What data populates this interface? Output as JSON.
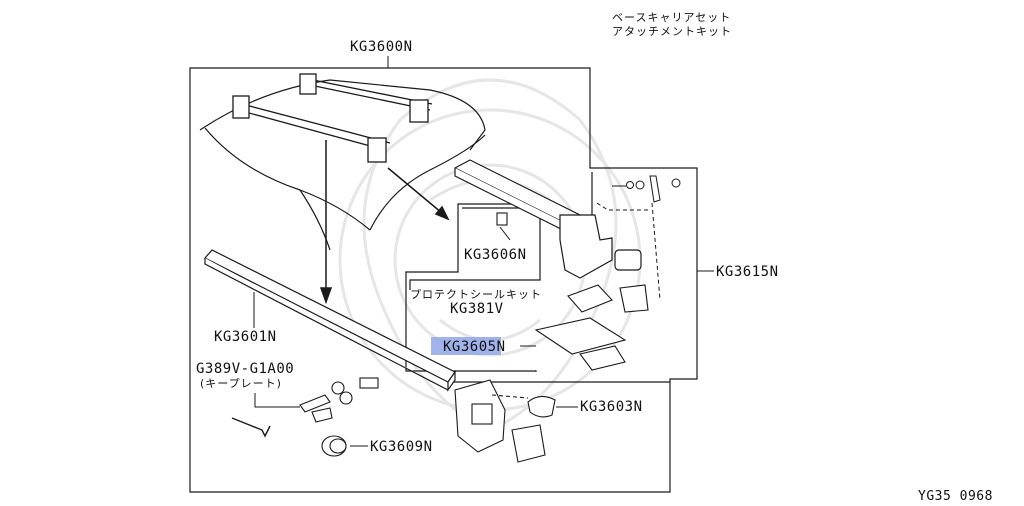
{
  "header": {
    "line1": "ベースキャリアセット",
    "line2": "アタッチメントキット"
  },
  "parts": {
    "main_set": "KG3600N",
    "bar": "KG3601N",
    "key_plate_code": "G389V-G1A00",
    "key_plate_name": "(キープレート)",
    "cap": "KG3609N",
    "end_cover": "KG3603N",
    "attachment_kit": "KG3615N",
    "bracket": "KG3606N",
    "seal_kit_name": "プロテクトシールキット",
    "seal_kit_code": "KG381V",
    "protect_sheet": "KG3605N"
  },
  "footer": {
    "code": "YG35 0968"
  },
  "colors": {
    "line": "#1a1a1a",
    "highlight": "#8fa6e6",
    "watermark": "#e3e3e3"
  },
  "icons": [
    "key-icon",
    "hex-wrench-icon",
    "bolt-icon",
    "nut-icon",
    "washer-icon"
  ]
}
